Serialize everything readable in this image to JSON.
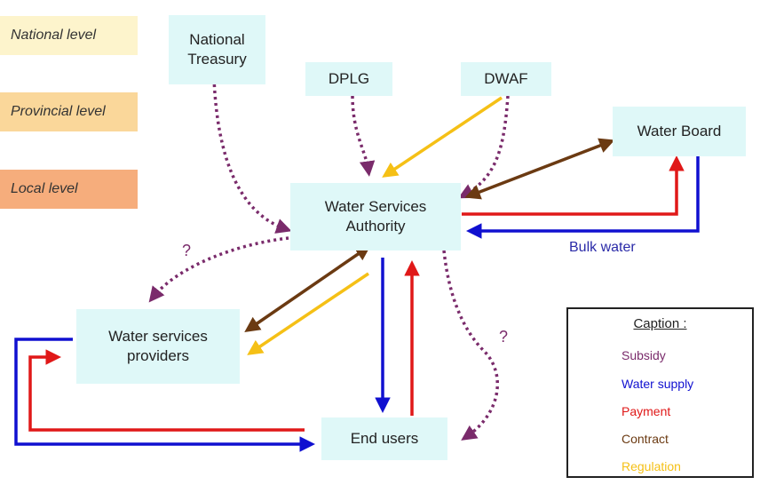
{
  "levels": [
    {
      "label": "National level",
      "color": "#fdf4cc"
    },
    {
      "label": "Provincial level",
      "color": "#fad79a"
    },
    {
      "label": "Local level",
      "color": "#f6ad7c"
    }
  ],
  "nodes": {
    "national_treasury": "National\nTreasury",
    "dplg": "DPLG",
    "dwaf": "DWAF",
    "water_board": "Water Board",
    "wsa": "Water Services\nAuthority",
    "wsp": "Water services\nproviders",
    "end_users": "End users"
  },
  "edge_labels": {
    "bulk_water": "Bulk water",
    "question_mark_left": "?",
    "question_mark_right": "?"
  },
  "legend": {
    "title": "Caption :",
    "items": [
      {
        "label": "Subsidy",
        "color": "#7a2b6b"
      },
      {
        "label": "Water supply",
        "color": "#1010d0"
      },
      {
        "label": "Payment",
        "color": "#e01818"
      },
      {
        "label": "Contract",
        "color": "#6b3a12"
      },
      {
        "label": "Regulation",
        "color": "#f5c016"
      }
    ]
  },
  "colors": {
    "subsidy": "#7a2b6b",
    "water_supply": "#1010d0",
    "payment": "#e01818",
    "contract": "#6b3a12",
    "regulation": "#f5c016",
    "node_fill": "#dff8f8"
  }
}
